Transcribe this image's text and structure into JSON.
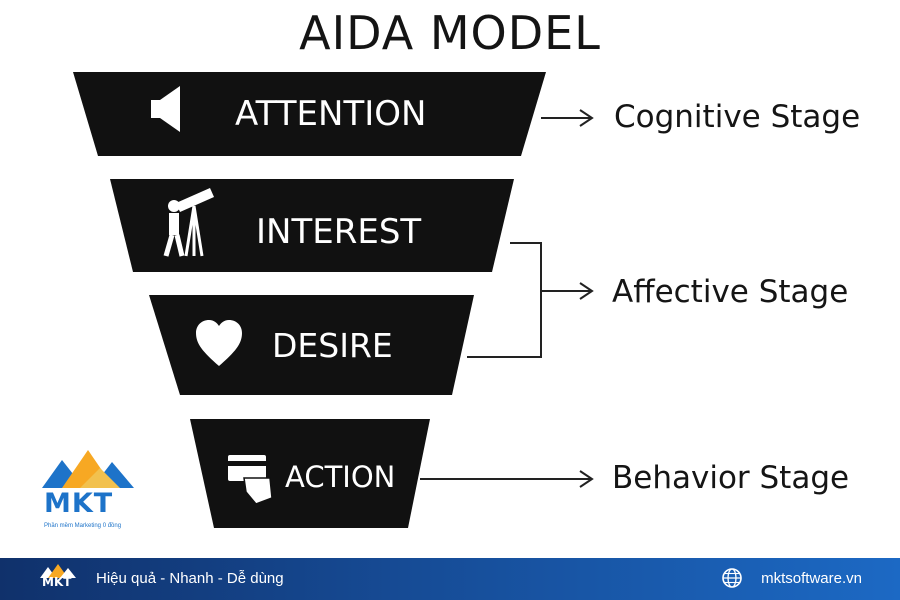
{
  "title": "AIDA MODEL",
  "funnel": [
    {
      "label": "ATTENTION",
      "icon": "speaker-icon"
    },
    {
      "label": "INTEREST",
      "icon": "telescope-icon"
    },
    {
      "label": "DESIRE",
      "icon": "heart-icon"
    },
    {
      "label": "ACTION",
      "icon": "credit-card-icon"
    }
  ],
  "stages": [
    {
      "label": "Cognitive Stage"
    },
    {
      "label": "Affective Stage"
    },
    {
      "label": "Behavior Stage"
    }
  ],
  "logo": {
    "text": "MKT",
    "subtitle": "Phần mềm Marketing 0 đồng"
  },
  "footer": {
    "logo_text": "MKT",
    "tagline": "Hiệu quả - Nhanh - Dễ dùng",
    "website": "mktsoftware.vn"
  },
  "colors": {
    "band": "#111111",
    "brand_blue": "#1d73c9",
    "brand_orange": "#f7a823",
    "footer_dark": "#10316b",
    "footer_light": "#1c69c4"
  }
}
